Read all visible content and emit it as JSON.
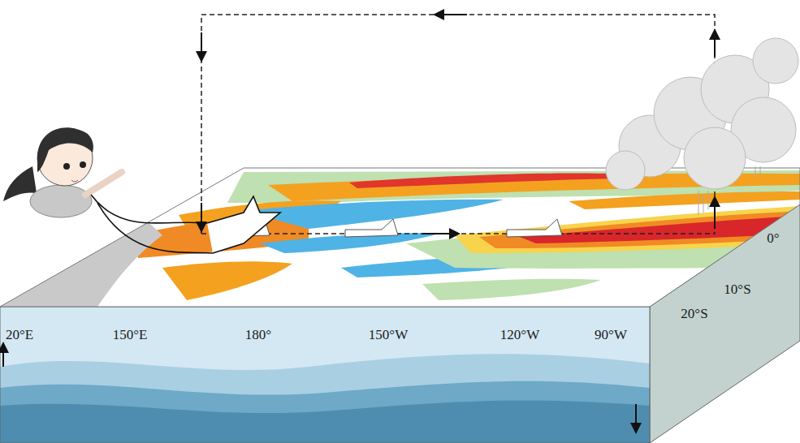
{
  "diagram": {
    "labels": [
      "20°E",
      "150°E",
      "180°",
      "150°W",
      "120°W",
      "90°W",
      "0°",
      "10°S",
      "20°S"
    ]
  }
}
